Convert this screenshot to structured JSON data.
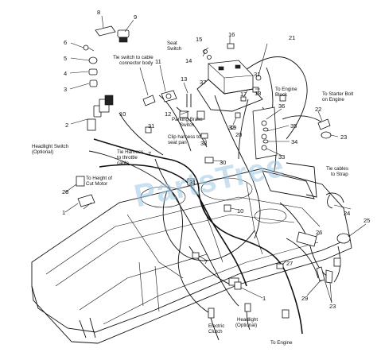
{
  "watermark": "PartsTree",
  "callouts": [
    "8",
    "9",
    "6",
    "5",
    "4",
    "3",
    "2",
    "11",
    "10",
    "13",
    "12",
    "15",
    "16",
    "14",
    "37",
    "21",
    "31",
    "17",
    "18",
    "36",
    "32",
    "19",
    "35",
    "20",
    "34",
    "33",
    "22",
    "23",
    "31",
    "38",
    "30",
    "7",
    "28",
    "1",
    "10",
    "31",
    "7",
    "24",
    "25",
    "26",
    "27",
    "29",
    "23",
    "1"
  ],
  "captions": {
    "seat_switch": [
      "Seat",
      "Switch"
    ],
    "tie_switch": [
      "Tie switch to cable",
      "connector body"
    ],
    "parking_brake": [
      "Parking Brake",
      "Switch"
    ],
    "clip_harness": [
      "Clip harness to",
      "seat pan"
    ],
    "engine_block": [
      "To Engine",
      "Block"
    ],
    "starter_bolt": [
      "To Starter Bolt",
      "on Engine"
    ],
    "headlight_switch": [
      "Headlight Switch",
      "(Optional)"
    ],
    "tie_harness": [
      "Tie Harness",
      "to throttle",
      "cable"
    ],
    "height_of_cut": [
      "To Height of",
      "Cut Motor"
    ],
    "tie_cables": [
      "Tie cables",
      "to Strap"
    ],
    "electric_clutch": [
      "Electric",
      "Clutch"
    ],
    "headlight": [
      "Headlight",
      "(Optional)"
    ],
    "to_engine": "To Engine"
  }
}
